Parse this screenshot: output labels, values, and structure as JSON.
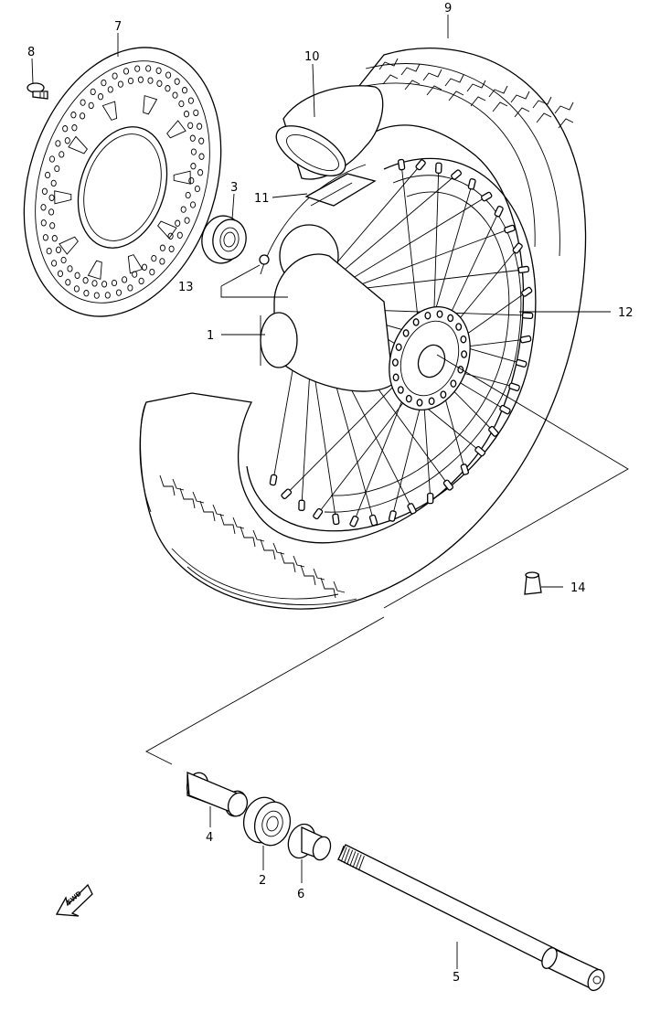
{
  "callouts": [
    {
      "id": "c1",
      "label": "1"
    },
    {
      "id": "c2",
      "label": "2"
    },
    {
      "id": "c3",
      "label": "3"
    },
    {
      "id": "c4",
      "label": "4"
    },
    {
      "id": "c5",
      "label": "5"
    },
    {
      "id": "c6",
      "label": "6"
    },
    {
      "id": "c7",
      "label": "7"
    },
    {
      "id": "c8",
      "label": "8"
    },
    {
      "id": "c9",
      "label": "9"
    },
    {
      "id": "c10",
      "label": "10"
    },
    {
      "id": "c11",
      "label": "11"
    },
    {
      "id": "c12",
      "label": "12"
    },
    {
      "id": "c13",
      "label": "13"
    },
    {
      "id": "c14",
      "label": "14"
    }
  ],
  "direction_marker": {
    "label": "FWD",
    "icon": "forward-arrow-icon"
  }
}
